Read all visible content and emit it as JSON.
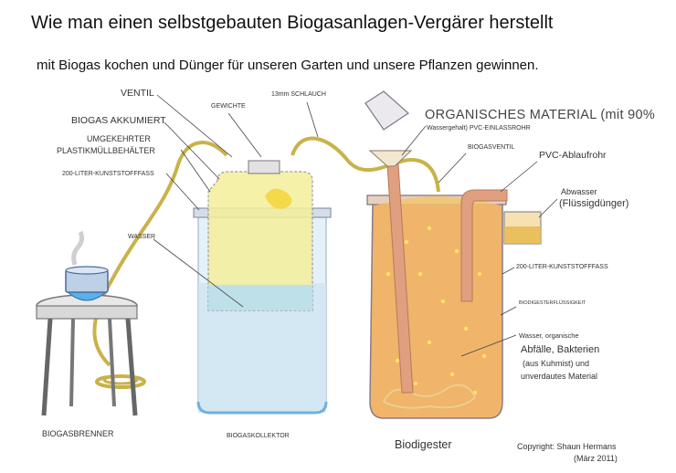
{
  "title": "Wie man einen selbstgebauten Biogasanlagen-Vergärer herstellt",
  "subtitle": "mit Biogas kochen und Dünger für unseren Garten und unsere Pflanzen gewinnen.",
  "labels": {
    "ventil": "VENTIL",
    "gewichte": "GEWICHTE",
    "schlauch": "13mm SCHLAUCH",
    "biogas_akkumiert": "BIOGAS AKKUMIERT",
    "umgekehrter_1": "UMGEKEHRTER",
    "umgekehrter_2": "PLASTIKMÜLLBEHÄLTER",
    "fass_left": "200-LITER-KUNSTSTOFFFASS",
    "wasser": "WASSER",
    "biogasbrenner": "BIOGASBRENNER",
    "biogaskollektor": "BIOGASKOLLEKTOR",
    "organisches": "ORGANISCHES MATERIAL (mit 90%",
    "wassergehalt": "Wassergehalt) PVC-EINLASSROHR",
    "biogasventil": "BIOGASVENTIL",
    "pvc_ablauf": "PVC-Ablaufrohr",
    "abwasser_1": "Abwasser",
    "abwasser_2": "(Flüssigdünger)",
    "fass_right": "200-LITER-KUNSTSTOFFFASS",
    "biodigester_fluessigkeit": "BIODIGESTERFLÜSSIGKEIT",
    "inhalt_1": "Wasser, organische",
    "inhalt_2": "Abfälle, Bakterien",
    "inhalt_3": "(aus Kuhmist) und",
    "inhalt_4": "unverdautes Material",
    "biodigester": "Biodigester",
    "copyright_1": "Copyright: Shaun Hermans",
    "copyright_2": "(März 2011)"
  },
  "colors": {
    "hose": "#c9b24a",
    "tank_outline": "#9aa6b8",
    "water": "#cfe6f2",
    "gas": "#f4ef9b",
    "slurry": "#f0b46a",
    "slurry_dots": "#ffe36a",
    "pipe": "#e0a080"
  }
}
